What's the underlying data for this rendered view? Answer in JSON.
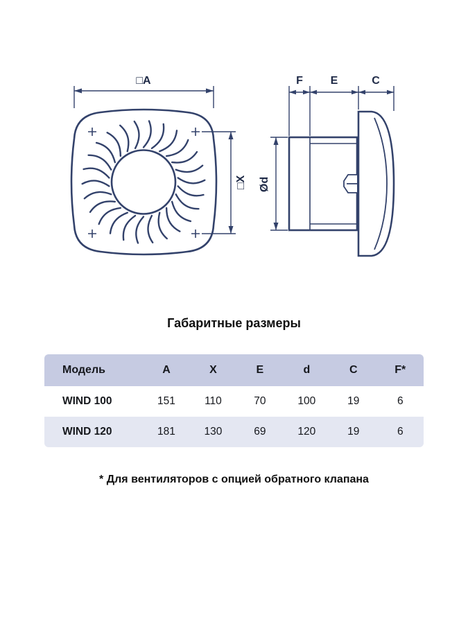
{
  "title": "Габаритные размеры",
  "footnote": "* Для вентиляторов с опцией обратного клапана",
  "diagram": {
    "front_view": {
      "dim_a": "□A",
      "dim_x": "□X"
    },
    "side_view": {
      "dim_f": "F",
      "dim_e": "E",
      "dim_c": "C",
      "dim_d": "Ød"
    }
  },
  "table": {
    "headers": [
      "Модель",
      "A",
      "X",
      "E",
      "d",
      "C",
      "F*"
    ],
    "rows": [
      [
        "WIND 100",
        "151",
        "110",
        "70",
        "100",
        "19",
        "6"
      ],
      [
        "WIND 120",
        "181",
        "130",
        "69",
        "120",
        "19",
        "6"
      ]
    ]
  },
  "colors": {
    "line": "#33426b",
    "table_header_bg": "#c6cbe2",
    "table_alt_row_bg": "#e4e7f2",
    "text": "#16181d"
  }
}
